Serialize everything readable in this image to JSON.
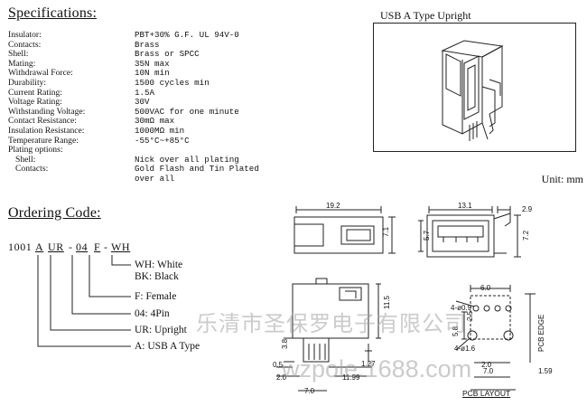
{
  "specs": {
    "heading": "Specifications:",
    "rows": [
      {
        "key": "Insulator:",
        "value": "PBT+30% G.F. UL 94V-0"
      },
      {
        "key": "Contacts:",
        "value": "Brass"
      },
      {
        "key": "Shell:",
        "value": "Brass or SPCC"
      },
      {
        "key": "Mating:",
        "value": "35N max"
      },
      {
        "key": "Withdrawal Force:",
        "value": "10N min"
      },
      {
        "key": "Durability:",
        "value": "1500 cycles min"
      },
      {
        "key": "Current Rating:",
        "value": "1.5A"
      },
      {
        "key": "Voltage Rating:",
        "value": "30V"
      },
      {
        "key": "Withstanding Voltage:",
        "value": "500VAC for one minute"
      },
      {
        "key": "Contact Resistance:",
        "value": "30mΩ max"
      },
      {
        "key": "Insulation Resistance:",
        "value": "1000MΩ min"
      },
      {
        "key": "Temperature Range:",
        "value": "-55°C~+85°C"
      },
      {
        "key": "Plating options:",
        "value": ""
      },
      {
        "key": " Shell:",
        "value": "Nick over all plating"
      },
      {
        "key": " Contacts:",
        "value": "Gold Flash and Tin Plated"
      },
      {
        "key": "",
        "value": "over all"
      }
    ]
  },
  "product": {
    "title": "USB A Type Upright",
    "unit": "Unit: mm"
  },
  "ordering": {
    "heading": "Ordering Code:",
    "code": {
      "p1": "1001",
      "p2": "A",
      "p3": "UR",
      "p4": "-",
      "p5": "04",
      "p6": "F",
      "p7": "-",
      "p8": "WH"
    },
    "legend": [
      "WH: White",
      "BK: Black",
      "F: Female",
      "04: 4Pin",
      "UR: Upright",
      "A: USB A Type"
    ]
  },
  "dims": {
    "top_width": "19.2",
    "top_height": "7.1",
    "front_width": "13.1",
    "front_offset": "2.9",
    "front_h1": "5.7",
    "front_h2": "7.2",
    "side_height": "11.5",
    "side_pin": "3.8",
    "side_a": "0.5",
    "side_b": "1.27",
    "side_c": "2.0",
    "side_d": "11.99",
    "side_e": "7.0",
    "pcb_a": "6.0",
    "pcb_b": "4-ø0.9",
    "pcb_c": "4-ø1.6",
    "pcb_d": "2.5",
    "pcb_e": "5.8",
    "pcb_f": "2.0",
    "pcb_g": "7.0",
    "pcb_h": "1.59",
    "pcb_edge": "PCB EDGE",
    "pcb_layout": "PCB LAYOUT"
  },
  "watermark": {
    "line1": "乐清市圣保罗电子有限公司",
    "line2": "wzpole.1688.com"
  }
}
